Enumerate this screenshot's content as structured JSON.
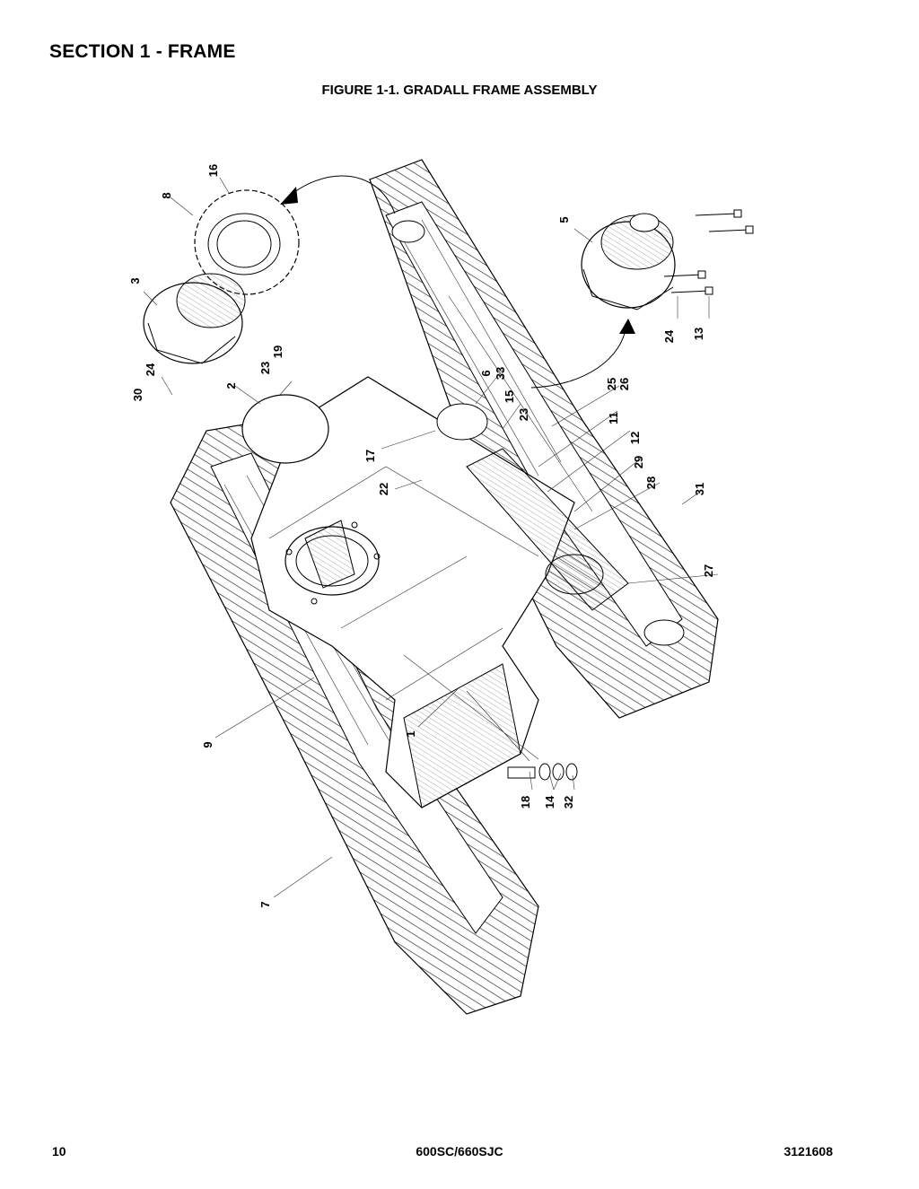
{
  "section_title": "SECTION 1 - FRAME",
  "figure_title": "FIGURE 1-1. GRADALL FRAME ASSEMBLY",
  "footer": {
    "page_number": "10",
    "model": "600SC/660SJC",
    "document_number": "3121608"
  },
  "callouts": {
    "c1": "1",
    "c2": "2",
    "c3": "3",
    "c5": "5",
    "c6": "6",
    "c7": "7",
    "c8": "8",
    "c9": "9",
    "c11": "11",
    "c12": "12",
    "c13": "13",
    "c14": "14",
    "c15": "15",
    "c16": "16",
    "c17": "17",
    "c18": "18",
    "c19": "19",
    "c22": "22",
    "c23a": "23",
    "c23b": "23",
    "c24a": "24",
    "c24b": "24",
    "c25": "25",
    "c26": "26",
    "c27": "27",
    "c28": "28",
    "c29": "29",
    "c30": "30",
    "c31": "31",
    "c32": "32",
    "c33": "33"
  }
}
